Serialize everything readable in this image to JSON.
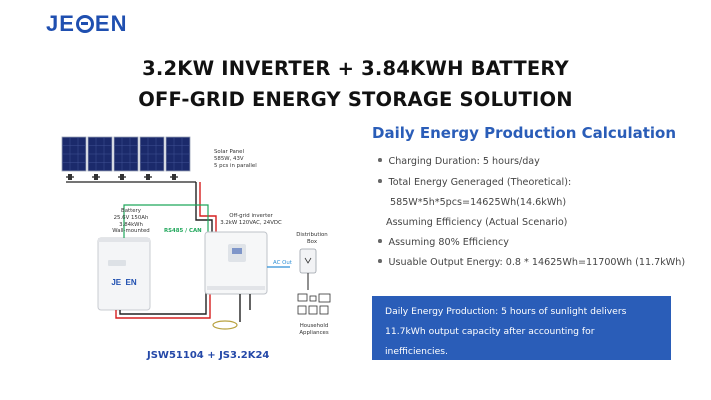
{
  "header": {
    "logo_text_left": "JE",
    "logo_text_right": "EN",
    "title_line1": "3.2KW INVERTER + 3.84KWH BATTERY",
    "title_line2": "OFF-GRID ENERGY STORAGE SOLUTION"
  },
  "diagram": {
    "solar_panel_label": [
      "Solar Panel",
      "585W, 43V",
      "5 pcs in parallel"
    ],
    "battery_label": [
      "Battery",
      "25.6V 150Ah 3.84kWh",
      "Wall-mounted"
    ],
    "inverter_label": [
      "Off-grid inverter",
      "3.2kW 120VAC, 24VDC"
    ],
    "distribution_label": [
      "Distribution",
      "Box"
    ],
    "rs485_label": "RS485 / CAN",
    "ac_out_label": "AC Out",
    "appliances_label": [
      "Household",
      "Appliances"
    ],
    "battery_brand": "JE  EN",
    "model_label": "JSW51104 + JS3.2K24"
  },
  "calculation": {
    "title": "Daily Energy Production Calculation",
    "lines": [
      {
        "bullet": true,
        "text": "Charging Duration: 5 hours/day"
      },
      {
        "bullet": true,
        "text": "Total Energy Generaged (Theoretical):"
      },
      {
        "bullet": false,
        "text": "585W*5h*5pcs=14625Wh(14.6kWh)"
      },
      {
        "bullet": false,
        "text": "Assuming Efficiency (Actual Scenario)"
      },
      {
        "bullet": true,
        "text": "Assuming 80% Efficiency"
      },
      {
        "bullet": true,
        "text": "Usuable Output Energy: 0.8 * 14625Wh=11700Wh (11.7kWh)"
      }
    ]
  },
  "banner": {
    "lines": [
      "Daily Energy Production: 5 hours of sunlight delivers",
      "11.7kWh output capacity after accounting for",
      "inefficiencies."
    ]
  },
  "colors": {
    "brand_blue": "#2a5db8",
    "logo_blue": "#1f4fb0",
    "rs485_green": "#1fa65a",
    "ac_blue": "#2e8fd6",
    "wire_red": "#d62020"
  }
}
